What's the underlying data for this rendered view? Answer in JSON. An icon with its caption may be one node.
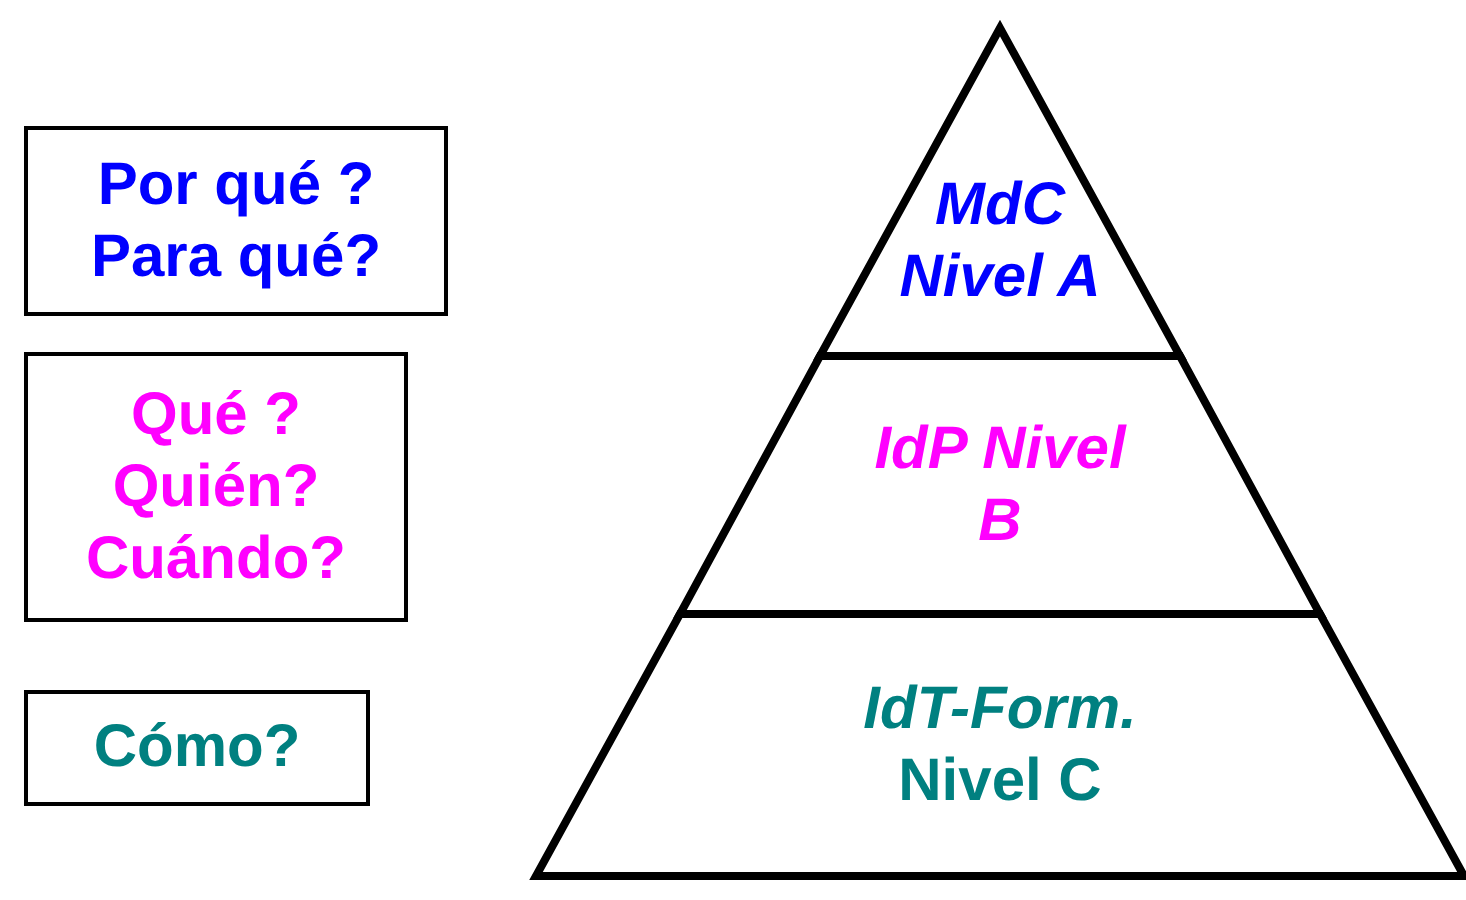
{
  "diagram": {
    "nodes": [
      {
        "text": [
          "Por qué ? Para qué?"
        ]
      },
      {
        "text": [
          "Qué ? Quién? Cuándo?"
        ]
      },
      {
        "text": [
          "Cómo?"
        ]
      },
      {
        "text": [
          "*MdC Nivel A*"
        ]
      },
      {
        "text": [
          "*IdP Nivel B*"
        ]
      },
      {
        "text": [
          "*IdT-Form.* Nivel C"
        ]
      }
    ]
  }
}
